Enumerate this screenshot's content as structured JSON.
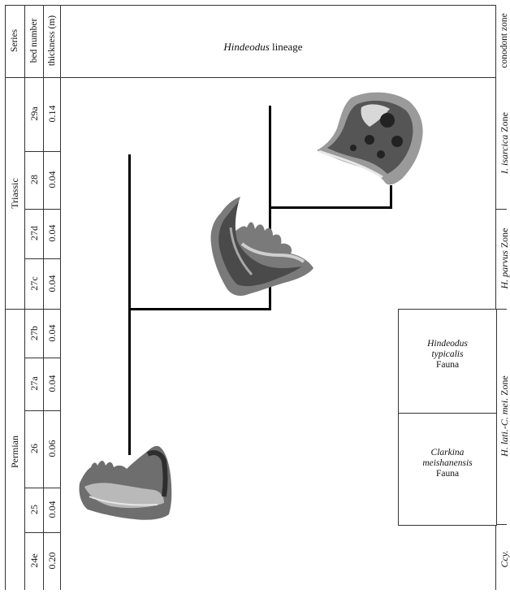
{
  "header": {
    "series_label": "Series",
    "bed_label": "bed number",
    "thickness_label": "thickness (m)",
    "lineage_genus": "Hindeodus",
    "lineage_suffix": " lineage",
    "zone_label": "conodont zone"
  },
  "series": [
    {
      "name": "Triassic"
    },
    {
      "name": "Permian"
    }
  ],
  "beds": [
    {
      "number": "29a",
      "thickness": "0.14"
    },
    {
      "number": "28",
      "thickness": "0.04"
    },
    {
      "number": "27d",
      "thickness": "0.04"
    },
    {
      "number": "27c",
      "thickness": "0.04"
    },
    {
      "number": "27b",
      "thickness": "0.04"
    },
    {
      "number": "27a",
      "thickness": "0.04"
    },
    {
      "number": "26",
      "thickness": "0.06"
    },
    {
      "number": "25",
      "thickness": "0.04"
    },
    {
      "number": "24e",
      "thickness": "0.20"
    }
  ],
  "zones": [
    {
      "italic": "I. isarcica",
      "suffix": " Zone"
    },
    {
      "italic": "H. parvus",
      "suffix": " Zone"
    },
    {
      "italic": "H. lati.-C. mei.",
      "suffix": " Zone"
    },
    {
      "italic": "Ccy.",
      "suffix": ""
    }
  ],
  "faunas": [
    {
      "genus": "Hindeodus",
      "species": "typicalis",
      "word": "Fauna"
    },
    {
      "genus": "Clarkina",
      "species": "meishanensis",
      "word": "Fauna"
    }
  ]
}
